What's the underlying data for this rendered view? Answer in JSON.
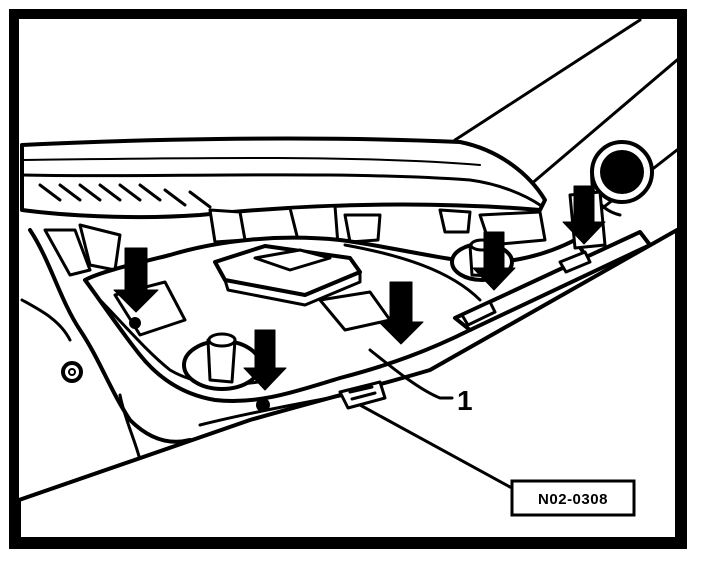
{
  "diagram": {
    "callouts": [
      {
        "label": "1"
      }
    ],
    "reference_code": "N02-0308",
    "arrow_count": 5,
    "colors": {
      "ink": "#000000",
      "paper": "#ffffff",
      "shade": "#d9d9d9"
    }
  }
}
